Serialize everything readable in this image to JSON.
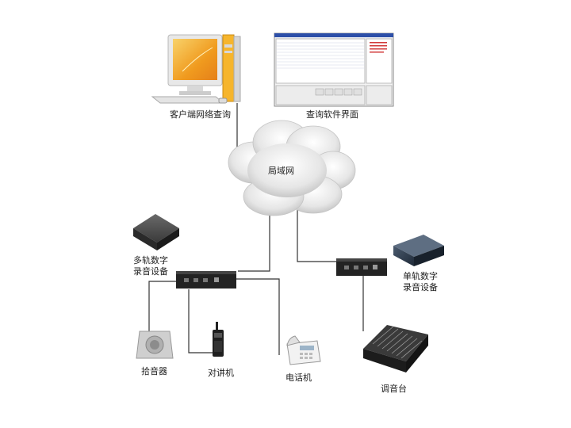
{
  "labels": {
    "client_query": "客户端网络查询",
    "software_ui": "查询软件界面",
    "lan": "局域网",
    "multi_track_line1": "多轨数字",
    "multi_track_line2": "录音设备",
    "single_track_line1": "单轨数字",
    "single_track_line2": "录音设备",
    "pickup": "拾音器",
    "walkie_talkie": "对讲机",
    "telephone": "电话机",
    "mixer": "调音台"
  },
  "colors": {
    "line": "#333333",
    "cloud": "#dcdcdc",
    "monitor_screen": "#f2a020",
    "device_dark": "#2b2b2b"
  }
}
